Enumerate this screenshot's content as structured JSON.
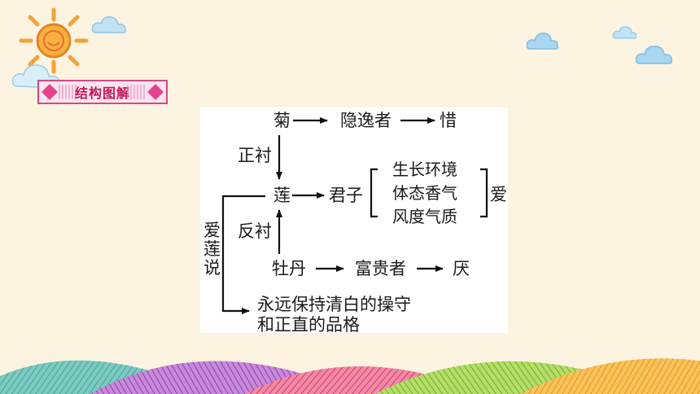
{
  "banner": {
    "title": "结构图解"
  },
  "diagram": {
    "chrysanthemum": "菊",
    "recluse": "隐逸者",
    "pity": "惜",
    "foil_positive": "正衬",
    "lotus": "莲",
    "gentleman": "君子",
    "qualities": [
      "生长环境",
      "体态香气",
      "风度气质"
    ],
    "love": "爱",
    "foil_negative": "反衬",
    "peony": "牡丹",
    "wealthy": "富贵者",
    "disdain": "厌",
    "title_vertical": "爱莲说",
    "conclusion_line1": "永远保持清白的操守",
    "conclusion_line2": "和正直的品格"
  },
  "colors": {
    "background": "#fdf3e1",
    "banner_border": "#d24a86",
    "banner_text": "#c2185b"
  }
}
